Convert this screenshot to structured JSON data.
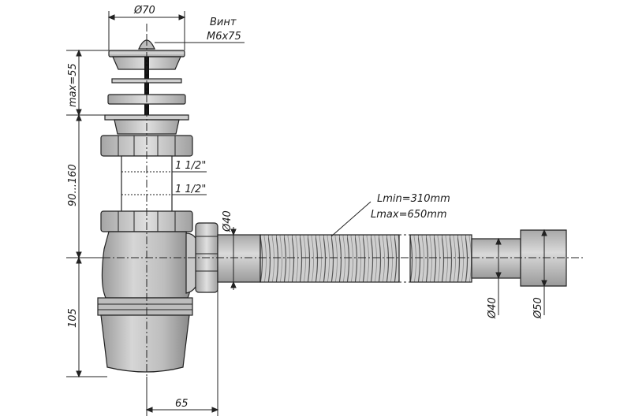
{
  "labels": {
    "top_diameter": "Ø70",
    "screw_title": "Винт",
    "screw_size": "M6x75",
    "max_height": "max=55",
    "adjust_height": "90...160",
    "lower_height": "105",
    "thread_upper": "1 1/2\"",
    "thread_lower": "1 1/2\"",
    "outlet_diameter": "Ø40",
    "hose_length_min": "Lmin=310mm",
    "hose_length_max": "Lmax=650mm",
    "end_inner_diameter": "Ø40",
    "end_outer_diameter": "Ø50",
    "offset": "65"
  },
  "colors": {
    "line": "#222222",
    "body_fill": "#c8c8c8",
    "body_shade": "#8c8c8c",
    "background": "#ffffff"
  }
}
